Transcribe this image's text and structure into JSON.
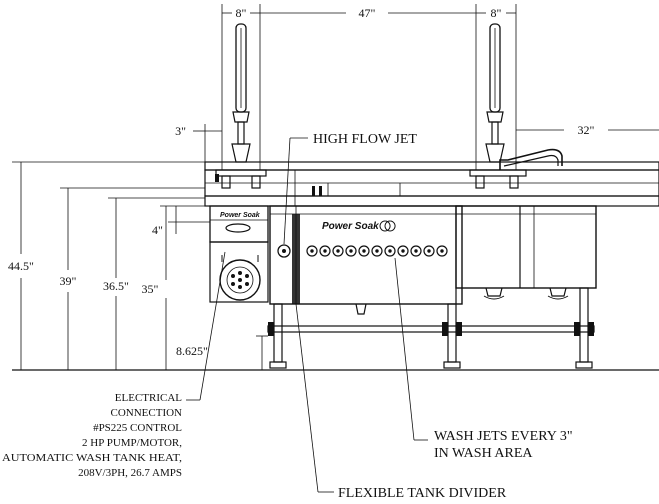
{
  "dimensions": {
    "faucet_spacing_left": "8\"",
    "between_faucets": "47\"",
    "faucet_spacing_right": "8\"",
    "offset_left": "3\"",
    "offset_right": "32\"",
    "overall_height": "44.5\"",
    "rim_height": "39\"",
    "sink_height": "36.5\"",
    "tank_height": "35\"",
    "control_box": "4\"",
    "crossbar_height": "8.625\""
  },
  "labels": {
    "high_flow_jet": "HIGH FLOW JET",
    "wash_jets_line1": "WASH JETS EVERY 3\"",
    "wash_jets_line2": "IN WASH AREA",
    "flexible_divider": "FLEXIBLE TANK DIVIDER"
  },
  "electrical_note": [
    "ELECTRICAL",
    "CONNECTION",
    "#PS225 CONTROL",
    "2 HP PUMP/MOTOR,",
    "AUTOMATIC WASH TANK HEAT,",
    "208V/3PH, 26.7 AMPS"
  ],
  "brand": {
    "name": "Power Soak"
  }
}
